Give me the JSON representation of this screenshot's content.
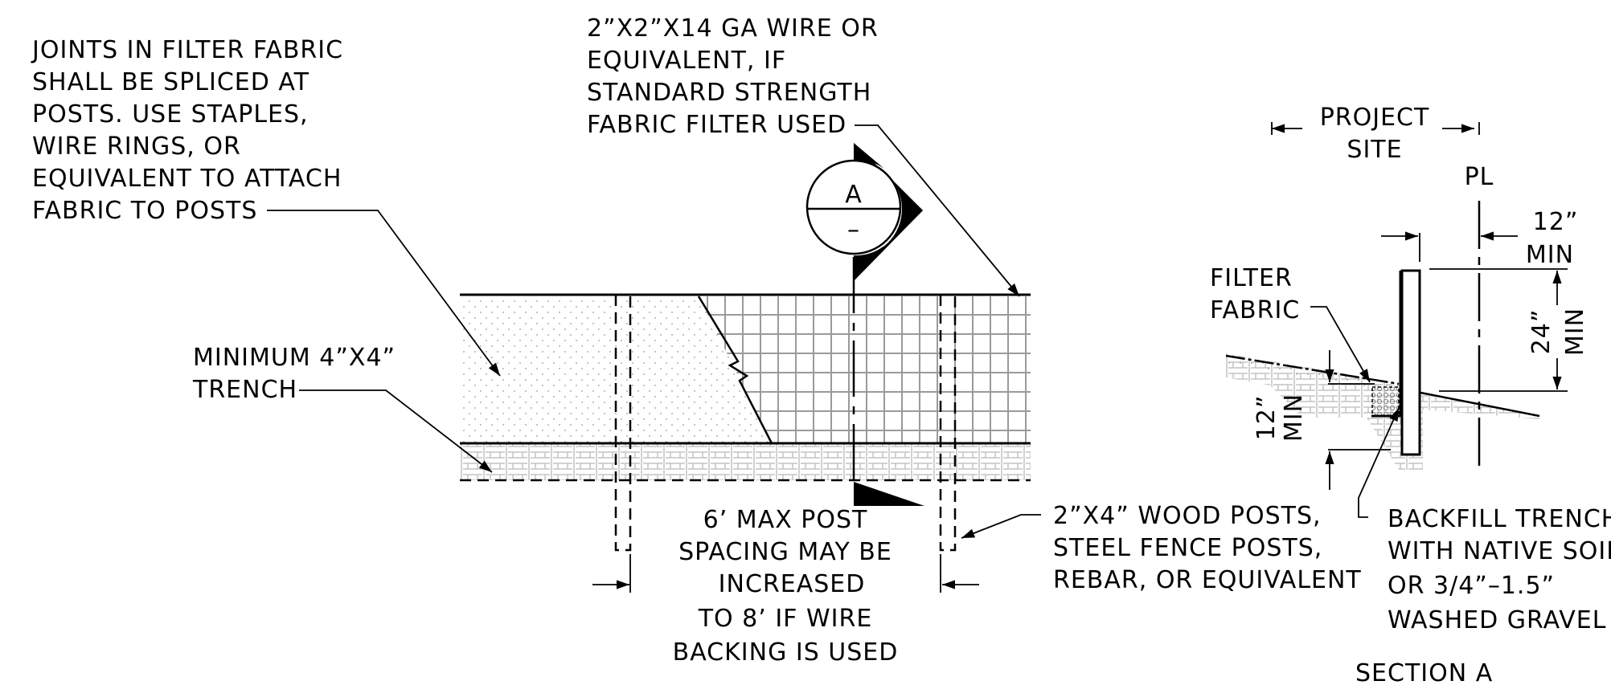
{
  "notes": {
    "joints": [
      "JOINTS IN FILTER FABRIC",
      "SHALL BE SPLICED AT",
      "POSTS. USE STAPLES,",
      "WIRE RINGS, OR",
      "EQUIVALENT TO ATTACH",
      "FABRIC TO POSTS"
    ],
    "wire": [
      "2”X2”X14 GA WIRE OR",
      "EQUIVALENT, IF",
      "STANDARD STRENGTH",
      "FABRIC FILTER USED"
    ],
    "trench": [
      "MINIMUM 4”X4”",
      "TRENCH"
    ],
    "spacing": [
      "6’ MAX POST",
      "SPACING MAY BE",
      "INCREASED",
      "TO 8’ IF WIRE",
      "BACKING IS USED"
    ],
    "posts": [
      "2”X4” WOOD POSTS,",
      "STEEL FENCE POSTS,",
      "REBAR, OR EQUIVALENT"
    ],
    "project_site": [
      "PROJECT",
      "SITE"
    ],
    "property_line": "PL",
    "filter_fabric": [
      "FILTER",
      "FABRIC"
    ],
    "dim_12_top": [
      "12”",
      "MIN"
    ],
    "dim_24": [
      "24”",
      "MIN"
    ],
    "dim_12_left": [
      "12”",
      "MIN"
    ],
    "backfill": [
      "BACKFILL TRENCH",
      "WITH NATIVE SOIL",
      "OR 3/4”–1.5”",
      "WASHED GRAVEL"
    ],
    "section_title": "SECTION A"
  },
  "section_marker": {
    "letter": "A",
    "sub": "–"
  }
}
